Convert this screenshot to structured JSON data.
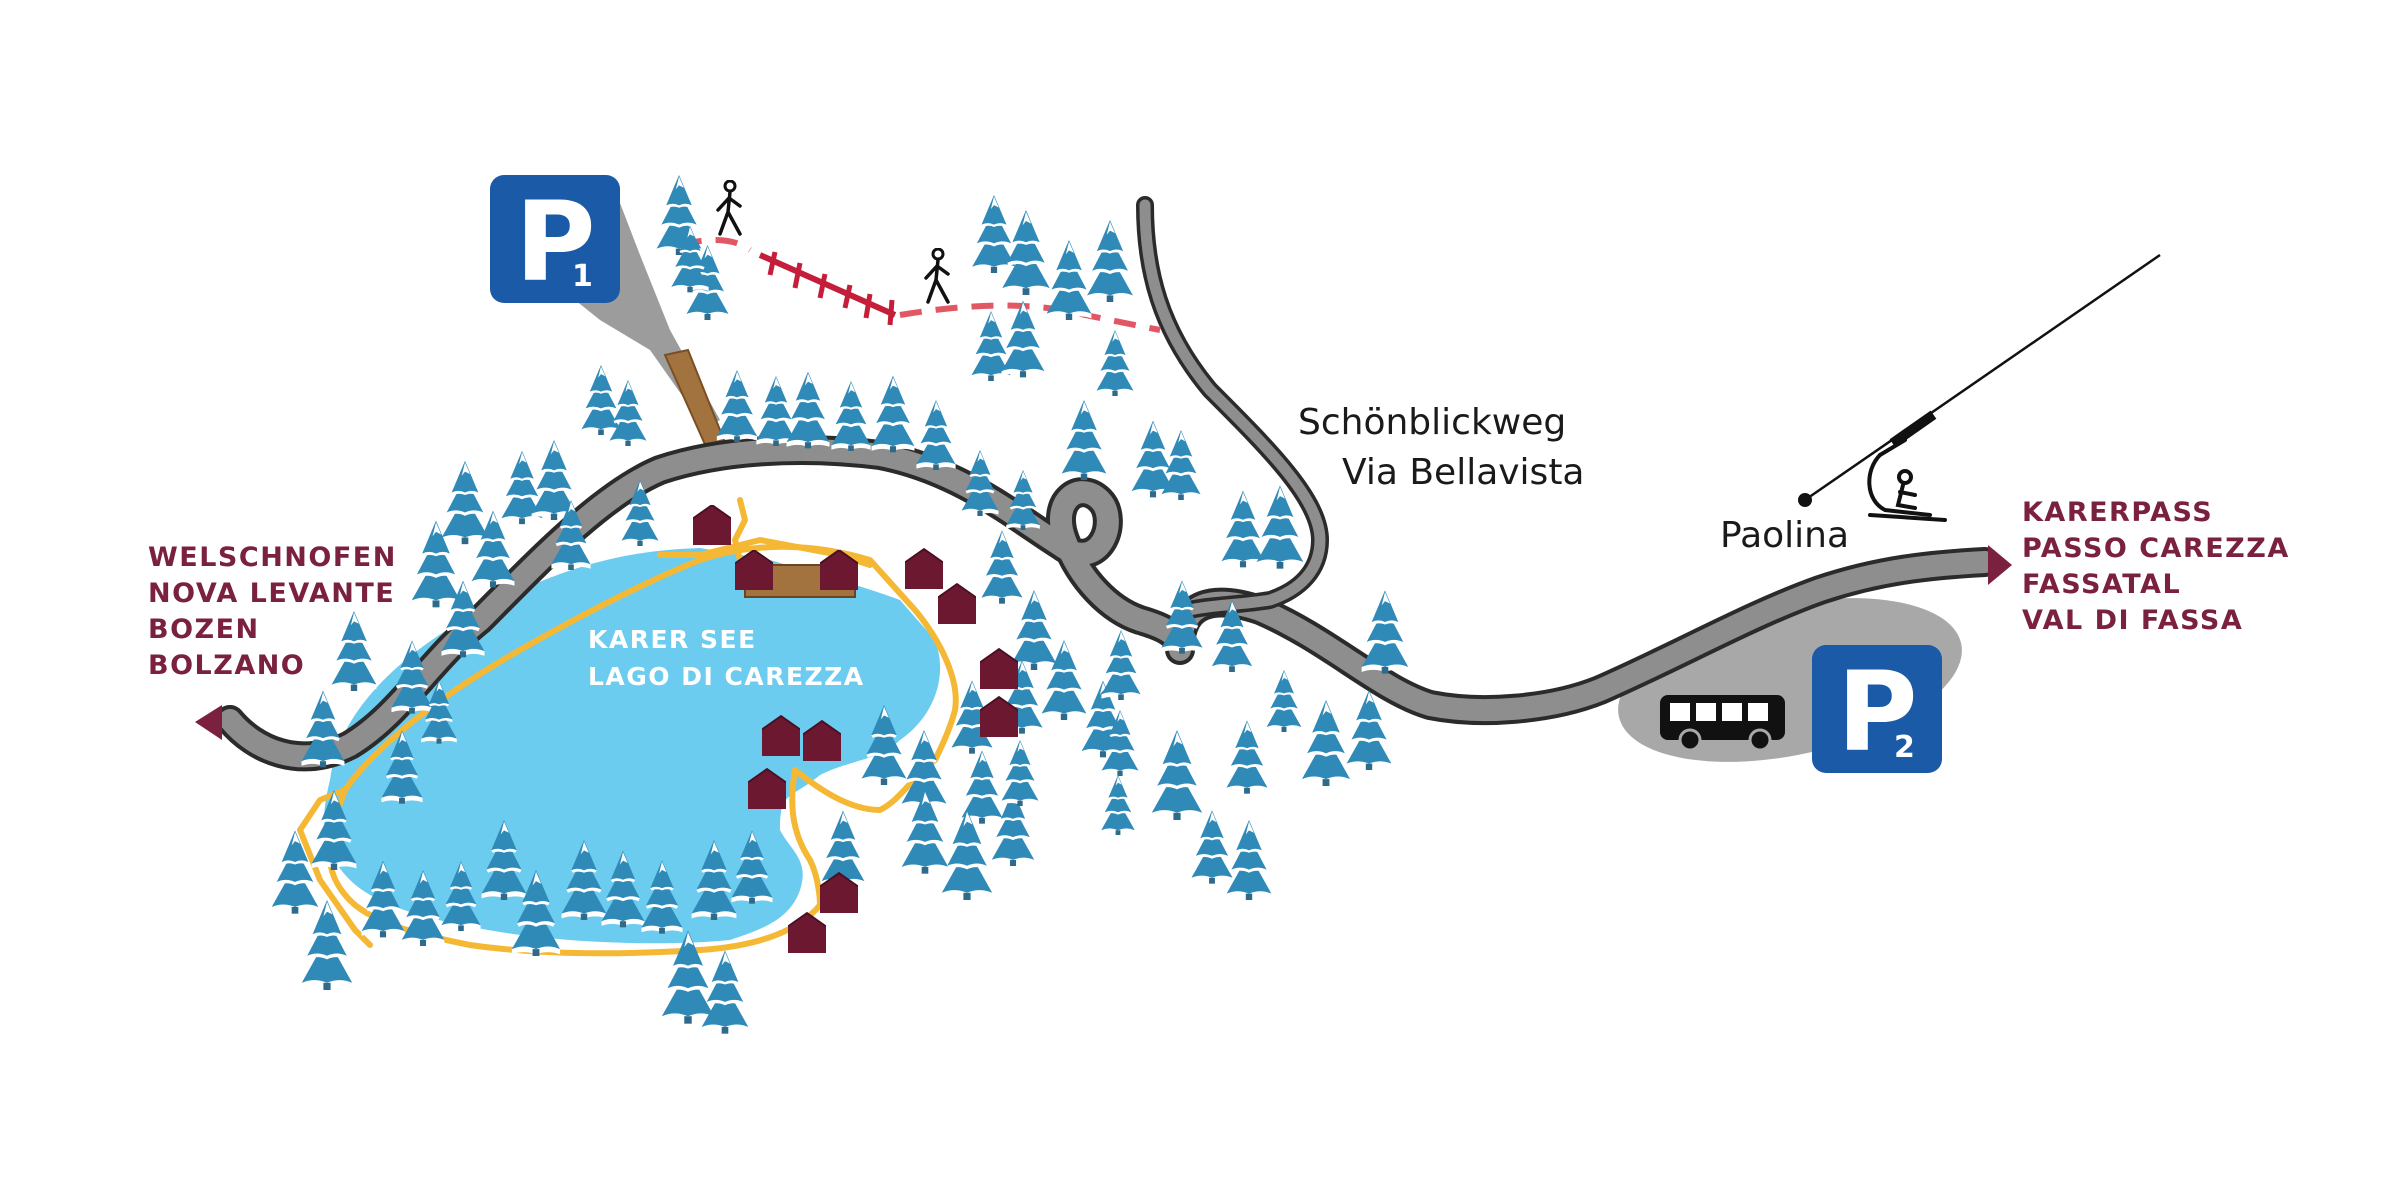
{
  "west_destinations": [
    "WELSCHNOFEN",
    "NOVA LEVANTE",
    "BOZEN",
    "BOLZANO"
  ],
  "east_destinations": [
    "KARERPASS",
    "PASSO CAREZZA",
    "FASSATAL",
    "VAL DI FASSA"
  ],
  "lake": {
    "name_de": "KARER SEE",
    "name_it": "LAGO DI CAREZZA"
  },
  "road_label": {
    "de": "Schönblickweg",
    "it": "Via Bellavista"
  },
  "lift_station": "Paolina",
  "parking": [
    {
      "letter": "P",
      "number": "1"
    },
    {
      "letter": "P",
      "number": "2"
    }
  ],
  "colors": {
    "destination_text": "#7a2140",
    "parking_sign": "#1b5aa6",
    "lake": "#6cccf0",
    "road": "#8e8e8e",
    "trail": "#f5b835",
    "footpath": "#e35765",
    "cabin": "#6b1830",
    "tree": "#2f8ab8"
  },
  "icons": [
    "hiker-icon",
    "hiker-icon",
    "chairlift-icon",
    "bus-icon",
    "arrow-left-icon",
    "arrow-right-icon",
    "tree-icon",
    "cabin-icon"
  ]
}
